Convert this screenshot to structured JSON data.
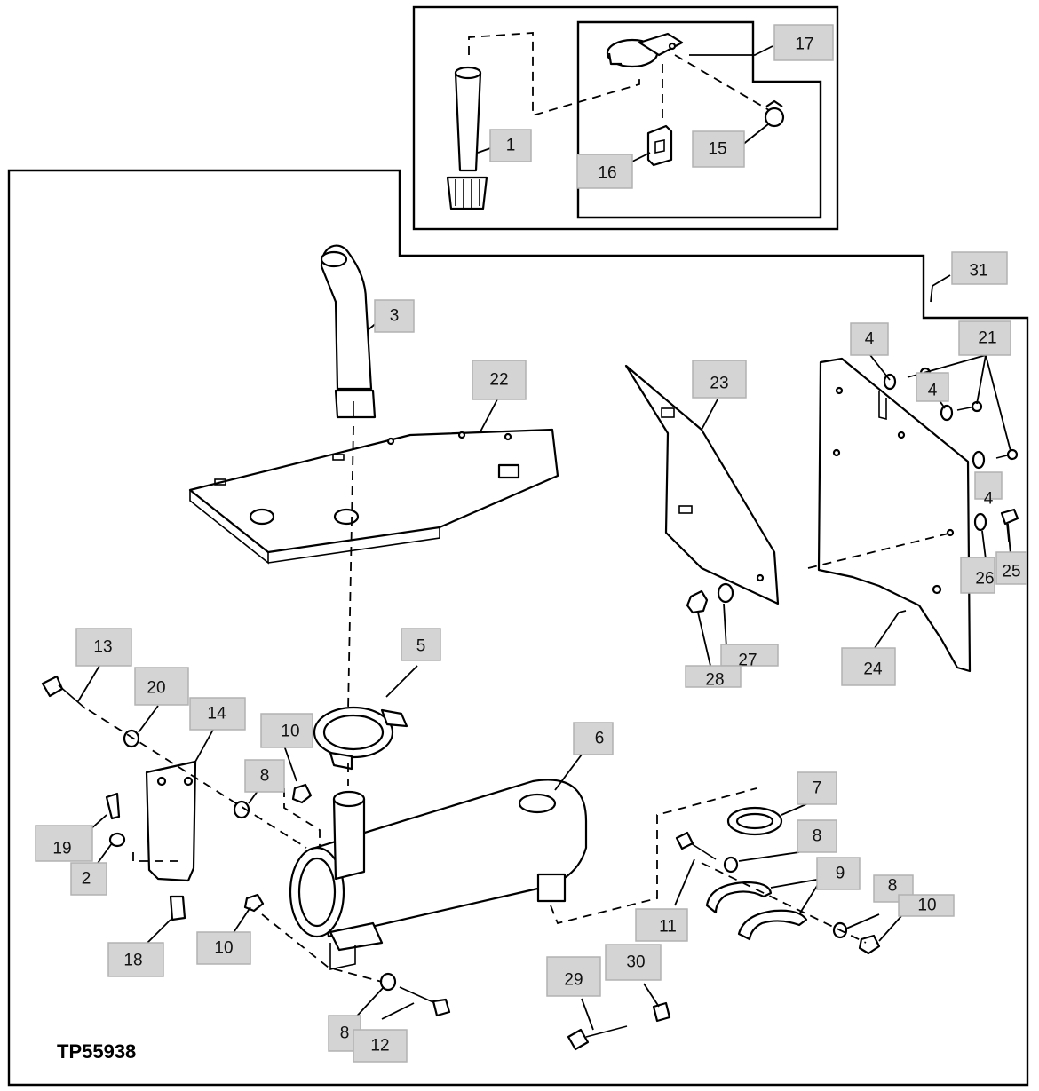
{
  "figure_id": "TP55938",
  "callouts": [
    {
      "label": "1"
    },
    {
      "label": "2"
    },
    {
      "label": "3"
    },
    {
      "label": "4"
    },
    {
      "label": "4"
    },
    {
      "label": "4"
    },
    {
      "label": "5"
    },
    {
      "label": "6"
    },
    {
      "label": "7"
    },
    {
      "label": "8"
    },
    {
      "label": "8"
    },
    {
      "label": "8"
    },
    {
      "label": "8"
    },
    {
      "label": "9"
    },
    {
      "label": "10"
    },
    {
      "label": "10"
    },
    {
      "label": "10"
    },
    {
      "label": "11"
    },
    {
      "label": "12"
    },
    {
      "label": "13"
    },
    {
      "label": "14"
    },
    {
      "label": "15"
    },
    {
      "label": "16"
    },
    {
      "label": "17"
    },
    {
      "label": "18"
    },
    {
      "label": "19"
    },
    {
      "label": "20"
    },
    {
      "label": "21"
    },
    {
      "label": "22"
    },
    {
      "label": "23"
    },
    {
      "label": "24"
    },
    {
      "label": "25"
    },
    {
      "label": "26"
    },
    {
      "label": "27"
    },
    {
      "label": "28"
    },
    {
      "label": "29"
    },
    {
      "label": "30"
    },
    {
      "label": "31"
    }
  ]
}
